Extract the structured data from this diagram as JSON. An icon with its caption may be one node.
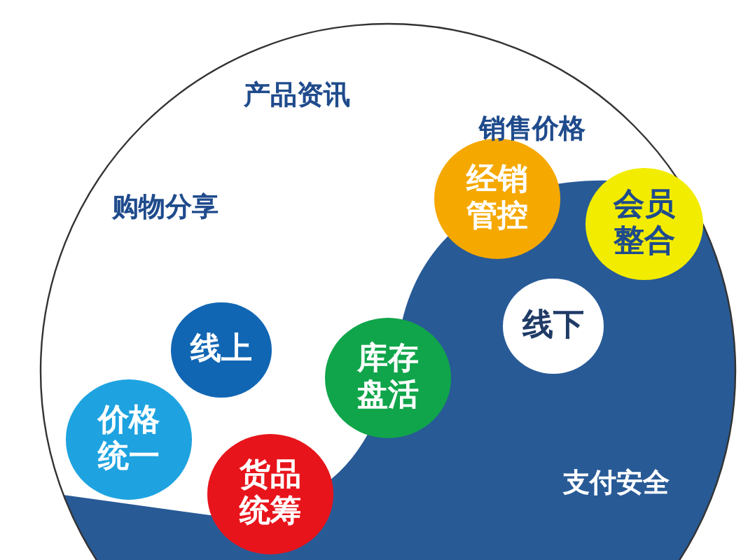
{
  "diagram": {
    "nodes": [
      {
        "text": [
          "经销管控"
        ]
      },
      {
        "text": [
          "会员整合"
        ]
      },
      {
        "text": [
          "线上"
        ]
      },
      {
        "text": [
          "线下"
        ]
      },
      {
        "text": [
          "库存盘活"
        ]
      },
      {
        "text": [
          "价格统一"
        ]
      },
      {
        "text": [
          "货品统筹"
        ]
      }
    ],
    "edges": [],
    "labels": [
      "产品资讯",
      "销售价格",
      "购物分享",
      "支付安全"
    ]
  }
}
